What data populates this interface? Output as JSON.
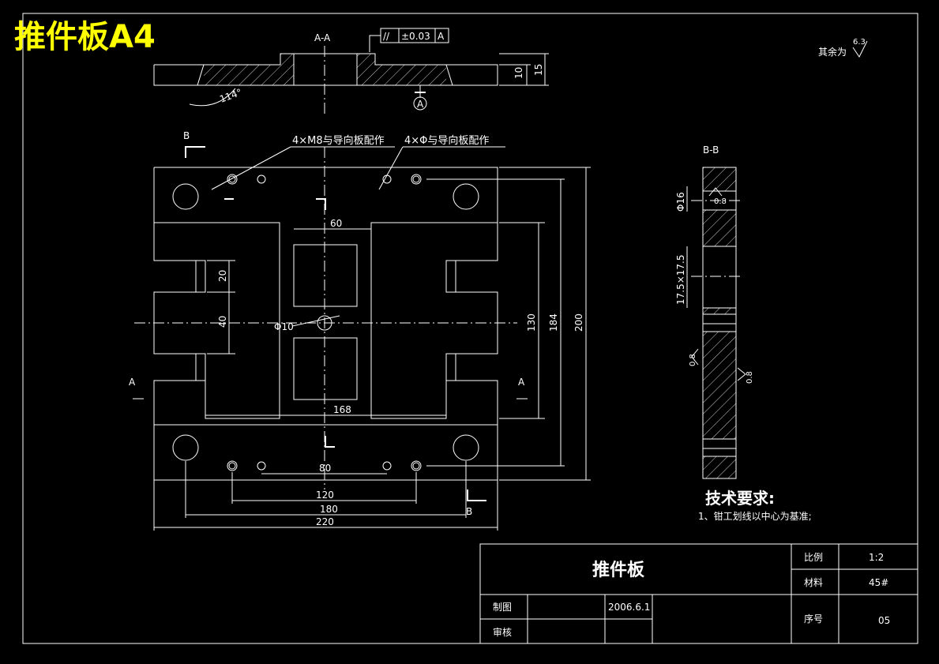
{
  "header": {
    "sheet_title": "推件板A4"
  },
  "views": {
    "section_aa": "A-A",
    "section_bb": "B-B",
    "section_mark_b": "B",
    "section_mark_a": "A",
    "datum_label": "A"
  },
  "tolerance": {
    "symbol": "//",
    "value": "±0.03",
    "datum": "A"
  },
  "surface": {
    "note": "其余为",
    "value": "6.3",
    "bb_top": "0.8",
    "bb_left": "0.8",
    "bb_right": "0.8"
  },
  "callouts": {
    "tapped": "4×M8与导向板配作",
    "holes": "4×Φ与导向板配作"
  },
  "dimensions": {
    "angle": "114°",
    "h10": "10",
    "h15": "15",
    "d60": "60",
    "d20": "20",
    "d40": "40",
    "phi10": "Φ10",
    "d168": "168",
    "d80": "80",
    "d120": "120",
    "d180": "180",
    "d220": "220",
    "d130": "130",
    "d184": "184",
    "d200": "200",
    "phi16": "Φ16",
    "slot": "17.5×17.5"
  },
  "requirements": {
    "heading": "技术要求:",
    "item1": "1、钳工划线以中心为基准;"
  },
  "title_block": {
    "part_name": "推件板",
    "scale_label": "比例",
    "scale_value": "1:2",
    "material_label": "材料",
    "material_value": "45#",
    "drawn_label": "制图",
    "drawn_date": "2006.6.1",
    "checked_label": "审核",
    "number_label": "序号",
    "number_value": "05"
  }
}
